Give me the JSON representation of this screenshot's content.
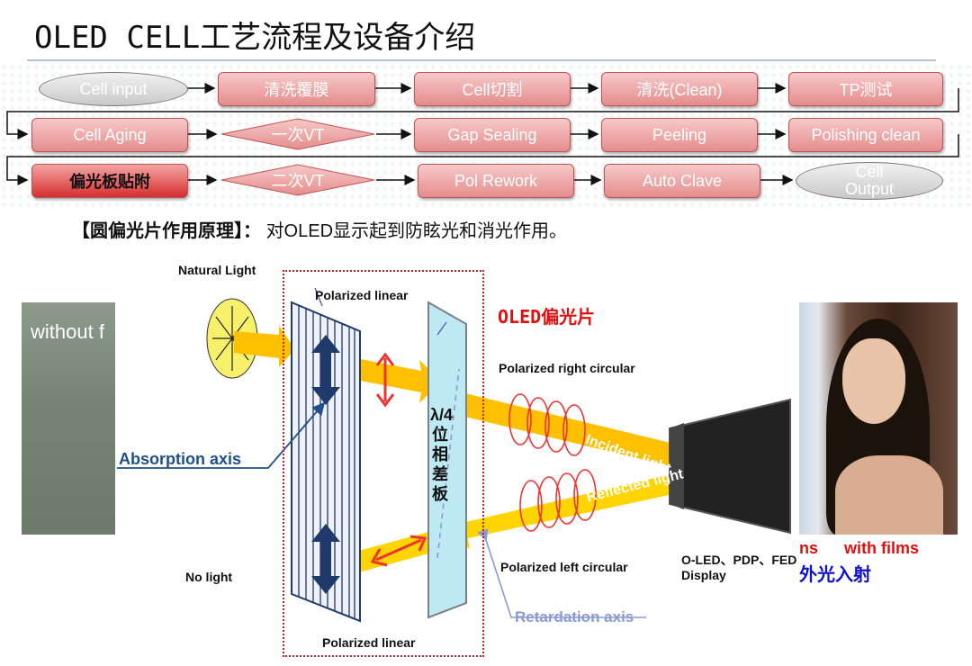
{
  "title": "OLED CELL工艺流程及设备介绍",
  "flow": {
    "row1": [
      "Cell input",
      "清洗覆膜",
      "Cell切割",
      "清洗(Clean)",
      "TP测试"
    ],
    "row2": [
      "Cell Aging",
      "一次VT",
      "Gap Sealing",
      "Peeling",
      "Polishing clean"
    ],
    "row3": [
      "偏光板贴附",
      "二次VT",
      "Pol Rework",
      "Auto Clave",
      "Cell Output"
    ]
  },
  "principle": {
    "bracket_title": "【圆偏光片作用原理】",
    "colon": "：",
    "text": "对OLED显示起到防眩光和消光作用。"
  },
  "left_photo": {
    "label": "without f"
  },
  "right_photo": {
    "label_films_left": "ns",
    "label_films": "with films",
    "label_external": "外光入射"
  },
  "diagram": {
    "oled_polarizer": "OLED偏光片",
    "natural_light": "Natural Light",
    "polarized_linear_top": "Polarized  linear",
    "polarized_linear_bottom": "Polarized  linear",
    "polarized_right_circular": "Polarized right circular",
    "polarized_left_circular": "Polarized left circular",
    "incident_light": "Incident light",
    "reflected_light": "Reflected light",
    "absorption_axis": "Absorption axis",
    "retardation_axis": "Retardation axis",
    "no_light": "No light",
    "display_line1": "O-LED、PDP、FED",
    "display_line2": "Display",
    "plate_label": "λ/4 位相差板"
  },
  "colors": {
    "box_fill": "#e58c8c",
    "box_bold_fill": "#d42f2f",
    "oled_label": "#e01010",
    "absorption_axis": "#1f4f8a",
    "retardation_axis": "#8a9ad4",
    "light_beam": "#ffc000"
  }
}
